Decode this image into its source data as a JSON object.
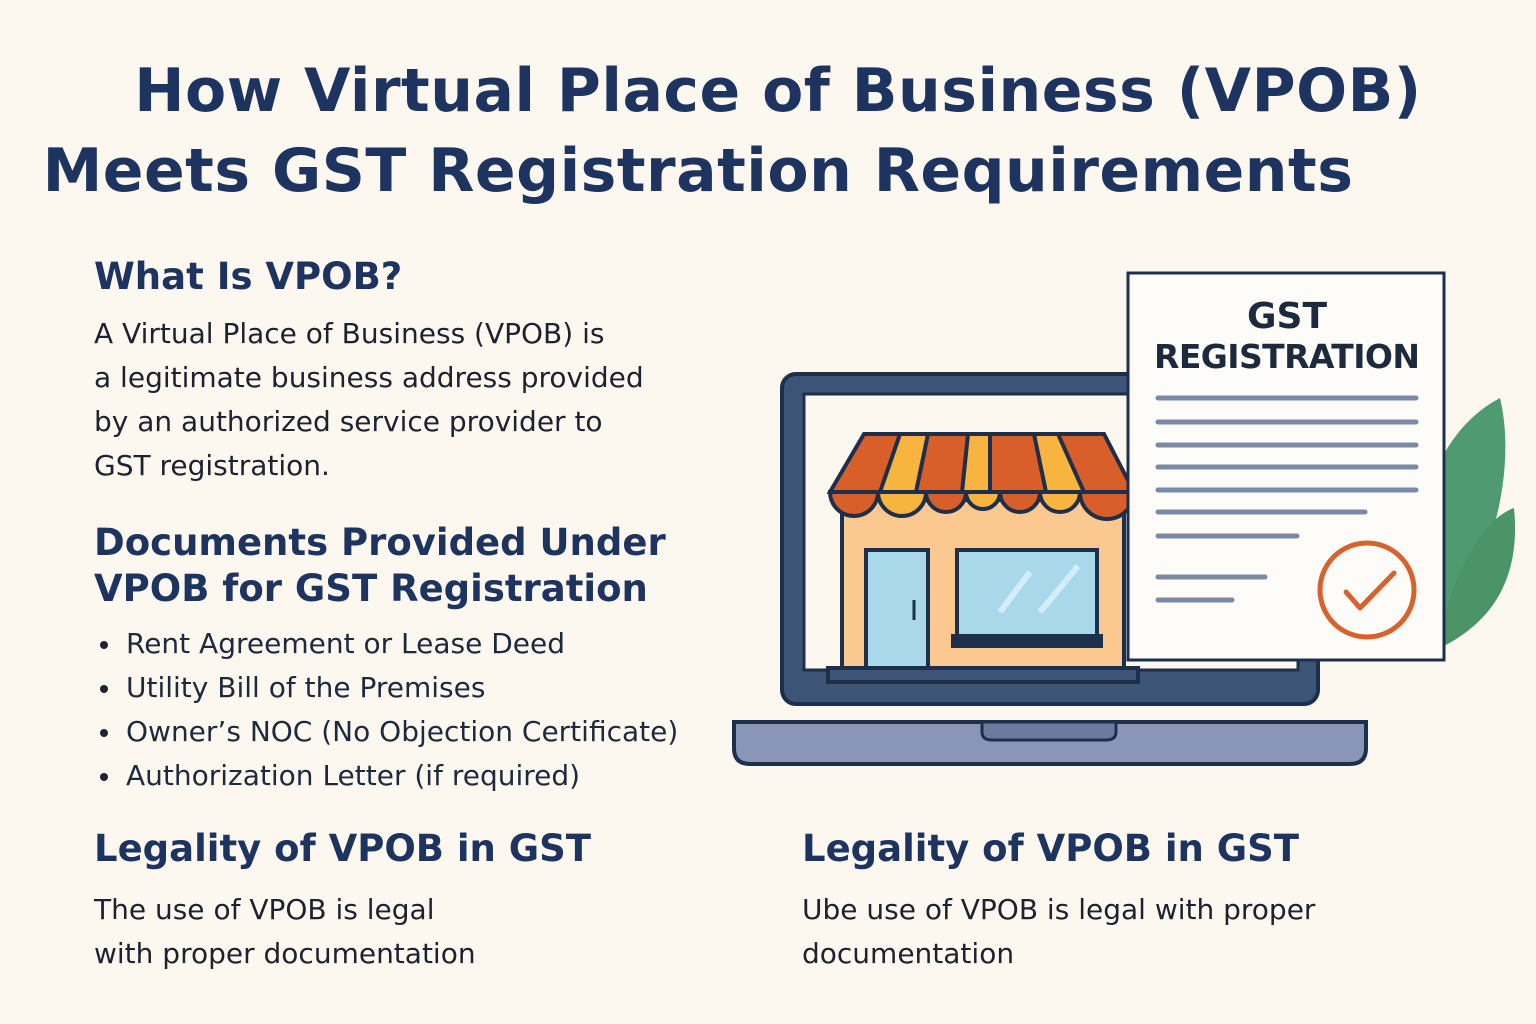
{
  "title": {
    "line1": "How Virtual Place of Business (VPOB)",
    "line2": "Meets GST Registration Requirements"
  },
  "what_is": {
    "heading": "What Is VPOB?",
    "lines": [
      "A Virtual Place of Business (VPOB)  is",
      "a legitimate business address provided",
      "by an authorized service provider to",
      "GST registration."
    ]
  },
  "documents": {
    "heading_line1": "Documents Provided Under",
    "heading_line2": "VPOB for GST Registration",
    "items": [
      "Rent Agreement or Lease Deed",
      "Utility Bill of the Premises",
      "Owner’s NOC (No Objection Certificate)",
      "Authorization Letter (if required)"
    ]
  },
  "legality_left": {
    "heading": "Legality of VPOB in GST",
    "lines": [
      "The use of VPOB is legal",
      "with proper documentation"
    ]
  },
  "legality_right": {
    "heading": "Legality of VPOB in GST",
    "lines": [
      "Ube use of VPOB is legal with proper",
      "documentation"
    ]
  },
  "illustration": {
    "doc_title_line1": "GST",
    "doc_title_line2": "REGISTRATION",
    "icons": [
      "laptop-icon",
      "storefront-icon",
      "document-icon",
      "checkmark-icon",
      "leaf-icon"
    ]
  },
  "colors": {
    "background": "#fdf8ef",
    "navy": "#1d3461",
    "awning_orange": "#d85f2a",
    "awning_yellow": "#f7b43f",
    "check": "#d8622e",
    "leaf": "#4f9a70"
  }
}
